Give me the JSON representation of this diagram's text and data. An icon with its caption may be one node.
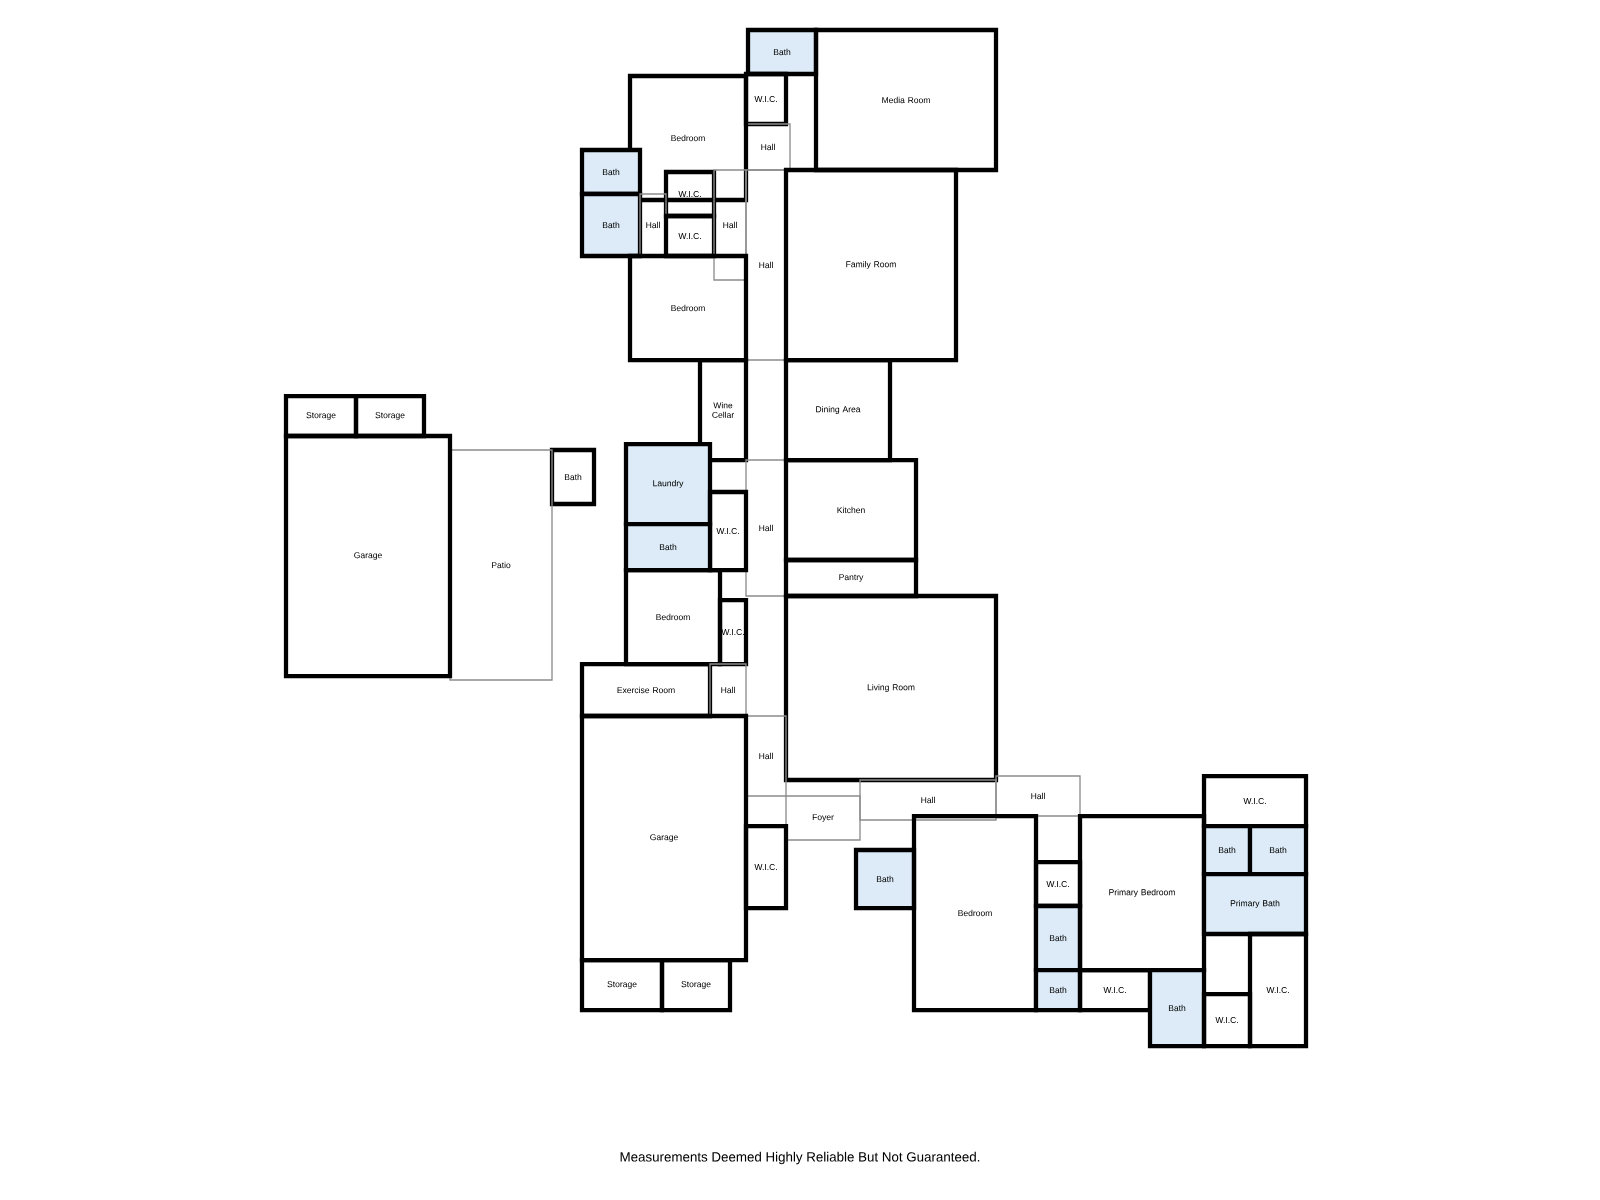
{
  "diagram": {
    "labels": [
      "Bath",
      "W.I.C.",
      "Media Room",
      "Hall",
      "Bedroom",
      "Bath",
      "W.I.C.",
      "Bath",
      "Hall",
      "W.I.C.",
      "Hall",
      "Hall",
      "Family Room",
      "Bedroom",
      "Wine Cellar",
      "Dining Area",
      "Storage",
      "Storage",
      "Bath",
      "Patio",
      "Laundry",
      "Hall",
      "Kitchen",
      "W.I.C.",
      "Bath",
      "Garage",
      "Pantry",
      "Bedroom",
      "W.I.C.",
      "Exercise Room",
      "Hall",
      "Living Room",
      "Hall",
      "Garage",
      "Hall",
      "Foyer",
      "W.I.C.",
      "Bath",
      "Storage",
      "Storage",
      "Hall",
      "Bedroom",
      "W.I.C.",
      "Bath",
      "Bath",
      "Primary Bedroom",
      "W.I.C.",
      "Bath",
      "Bath",
      "Primary Bath",
      "W.I.C.",
      "Bath",
      "W.I.C.",
      "W.I.C.",
      "Measurements Deemed Highly Reliable But Not Guaranteed."
    ]
  }
}
